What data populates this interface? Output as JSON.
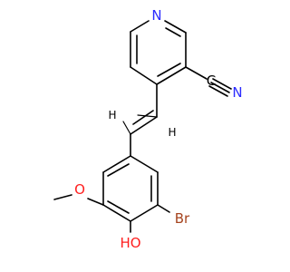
{
  "molecule": {
    "atoms": {
      "pyridine_n": {
        "symbol": "N",
        "color": "#2b2bff"
      },
      "nitrile_c": {
        "symbol": "C",
        "color": "#000000"
      },
      "nitrile_n": {
        "symbol": "N",
        "color": "#2b2bff"
      },
      "bromine": {
        "symbol": "Br",
        "color": "#a6441f"
      },
      "hydroxyl": {
        "symbol": "HO",
        "color": "#ff1f1f"
      },
      "methoxy_o": {
        "symbol": "O",
        "color": "#ff1f1f"
      }
    },
    "vinyl_h": [
      "H",
      "H"
    ]
  }
}
